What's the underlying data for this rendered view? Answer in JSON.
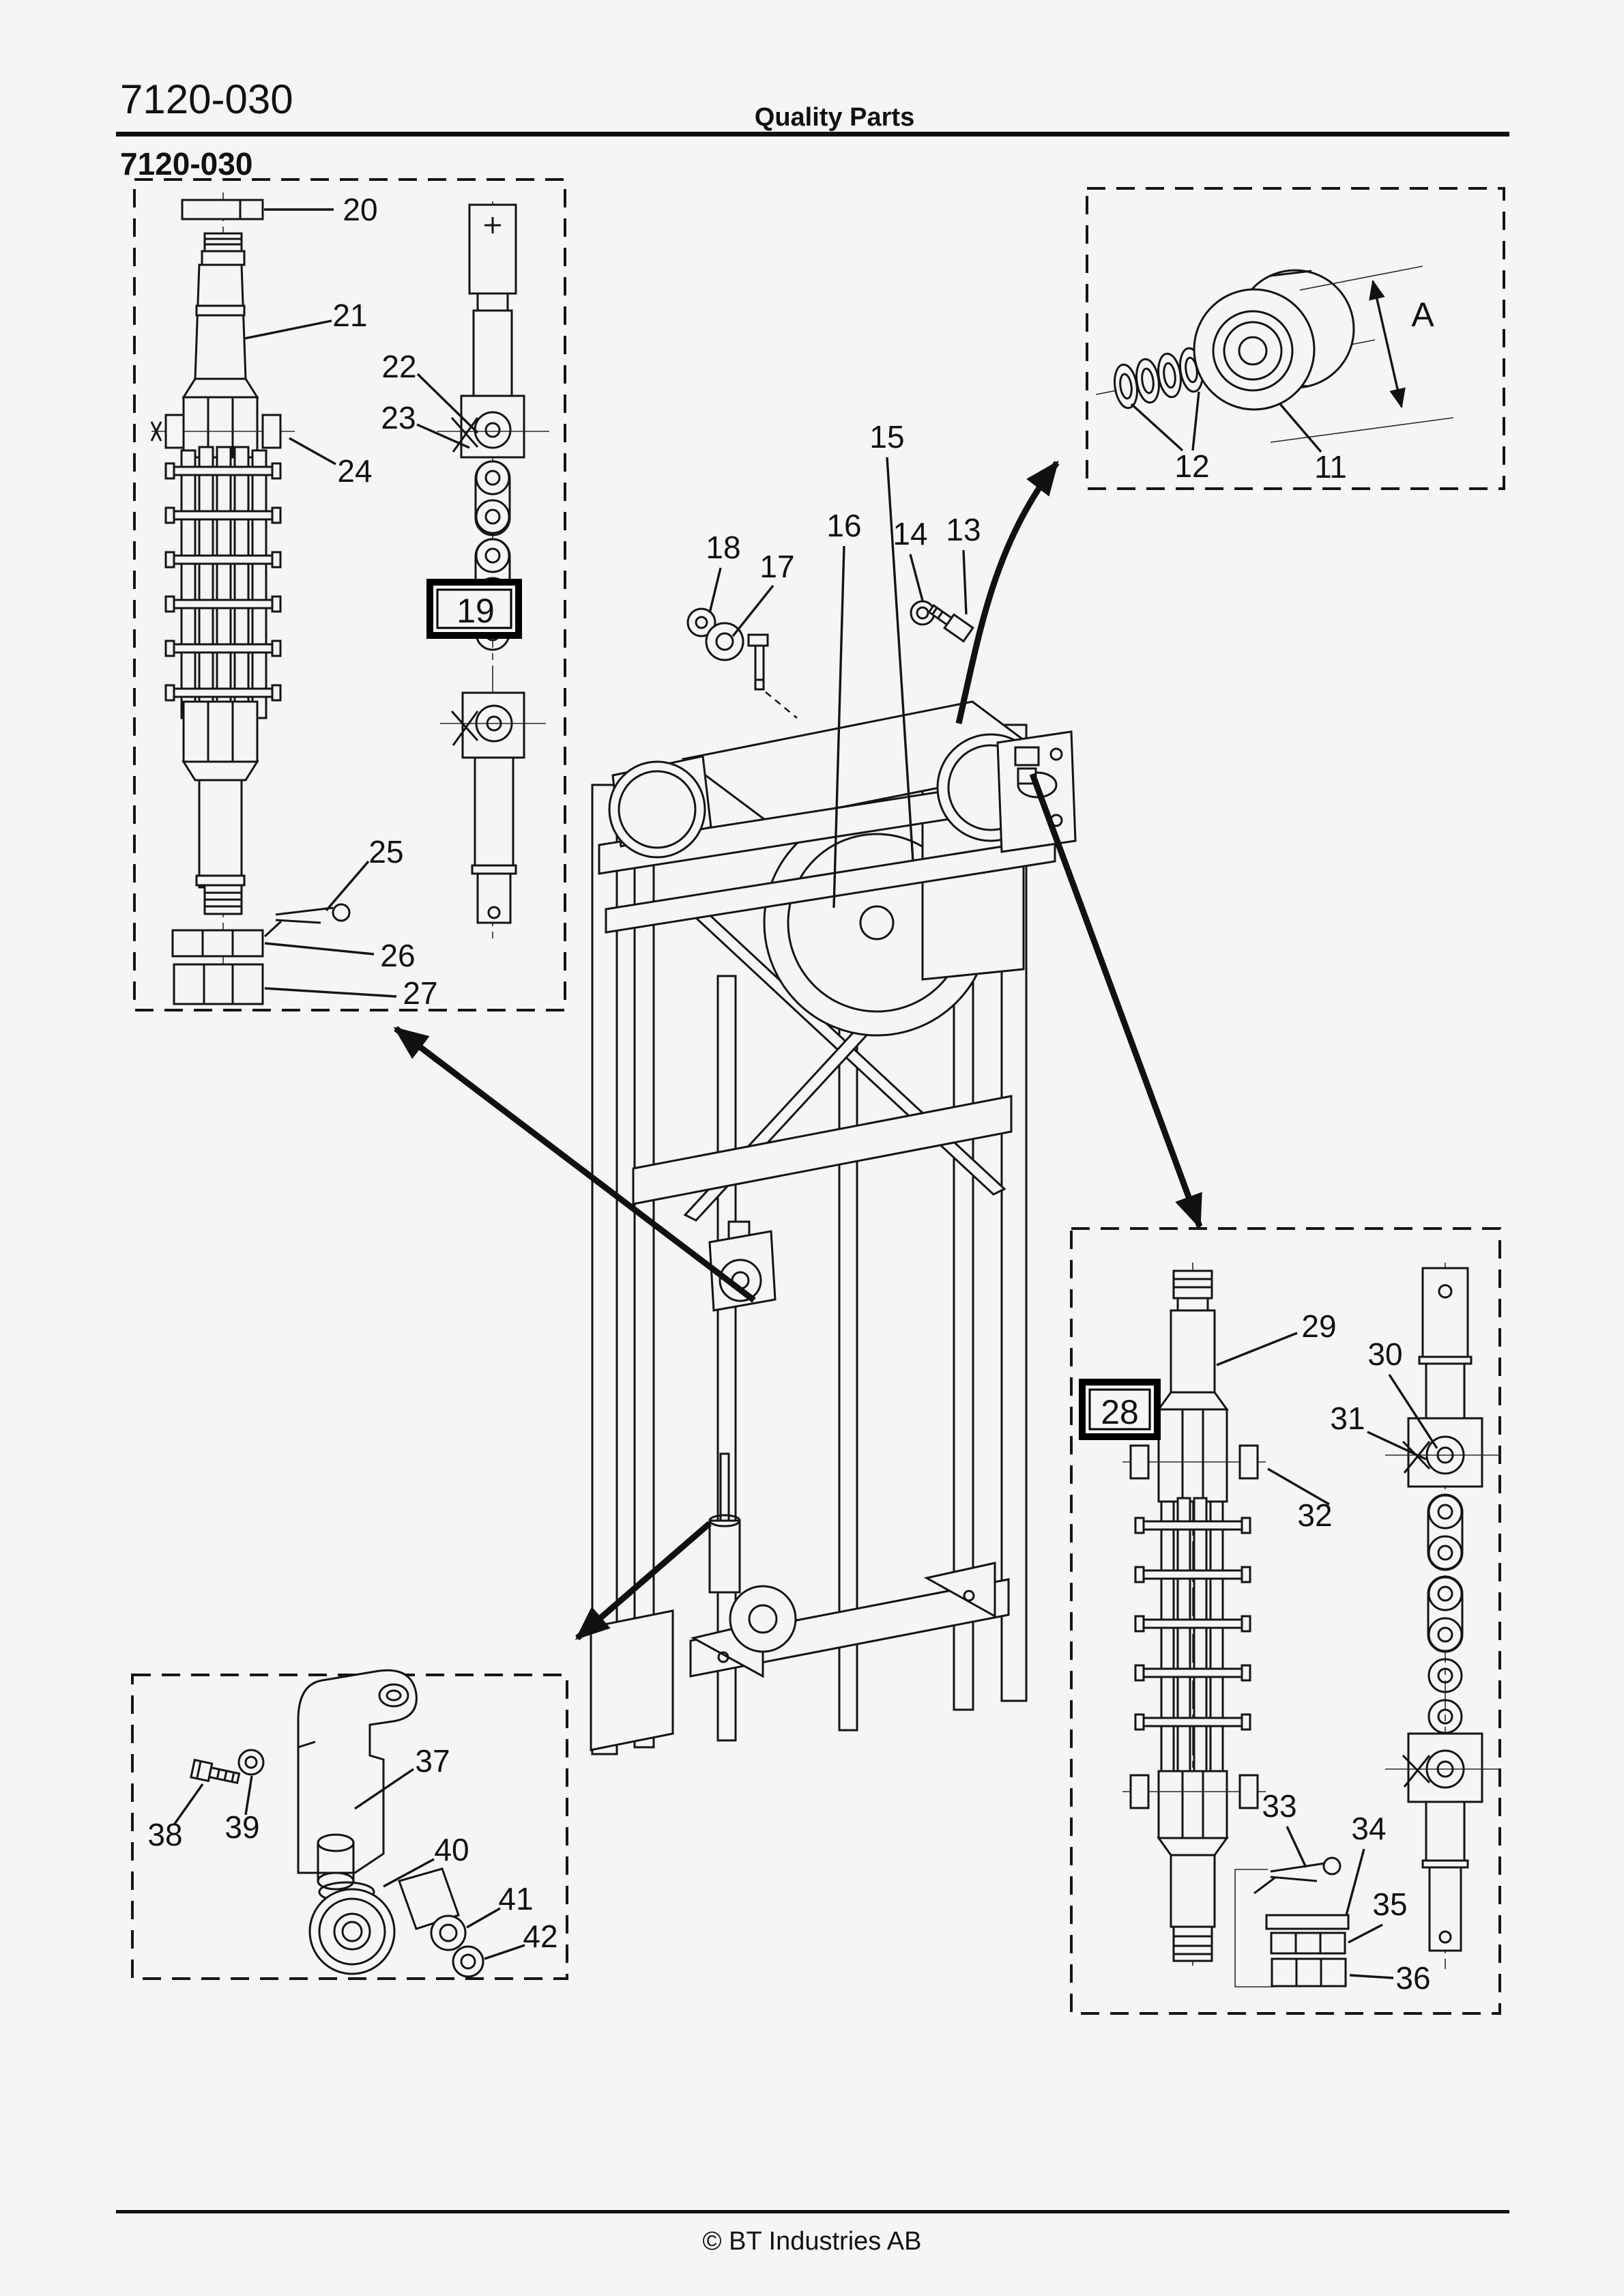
{
  "page": {
    "header_left": "7120-030",
    "header_center": "Quality Parts",
    "subtitle": "7120-030",
    "footer": "© BT Industries AB"
  },
  "colors": {
    "ink": "#141414",
    "background": "#f5f5f5"
  },
  "dimension": {
    "t": "A"
  },
  "callouts": {
    "c11": {
      "t": "11"
    },
    "c12": {
      "t": "12"
    },
    "c13": {
      "t": "13"
    },
    "c14": {
      "t": "14"
    },
    "c15": {
      "t": "15"
    },
    "c16": {
      "t": "16"
    },
    "c17": {
      "t": "17"
    },
    "c18": {
      "t": "18"
    },
    "c19": {
      "t": "19"
    },
    "c20": {
      "t": "20"
    },
    "c21": {
      "t": "21"
    },
    "c22": {
      "t": "22"
    },
    "c23": {
      "t": "23"
    },
    "c24": {
      "t": "24"
    },
    "c25": {
      "t": "25"
    },
    "c26": {
      "t": "26"
    },
    "c27": {
      "t": "27"
    },
    "c28": {
      "t": "28"
    },
    "c29": {
      "t": "29"
    },
    "c30": {
      "t": "30"
    },
    "c31": {
      "t": "31"
    },
    "c32": {
      "t": "32"
    },
    "c33": {
      "t": "33"
    },
    "c34": {
      "t": "34"
    },
    "c35": {
      "t": "35"
    },
    "c36": {
      "t": "36"
    },
    "c37": {
      "t": "37"
    },
    "c38": {
      "t": "38"
    },
    "c39": {
      "t": "39"
    },
    "c40": {
      "t": "40"
    },
    "c41": {
      "t": "41"
    },
    "c42": {
      "t": "42"
    }
  }
}
